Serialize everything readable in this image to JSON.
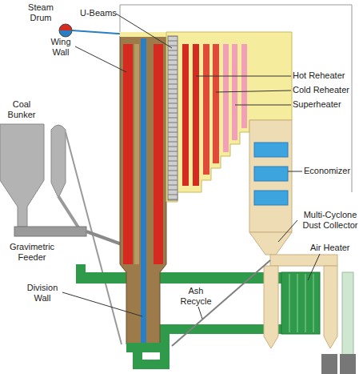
{
  "diagram": {
    "labels": [
      "Steam Drum",
      "U-Beams",
      "Wing Wall",
      "Coal Bunker",
      "Hot Reheater",
      "Cold Reheater",
      "Superheater",
      "Economizer",
      "Multi-Cyclone Dust Collector",
      "Air Heater",
      "Gravimetric Feeder",
      "Division Wall",
      "Ash Recycle"
    ]
  }
}
